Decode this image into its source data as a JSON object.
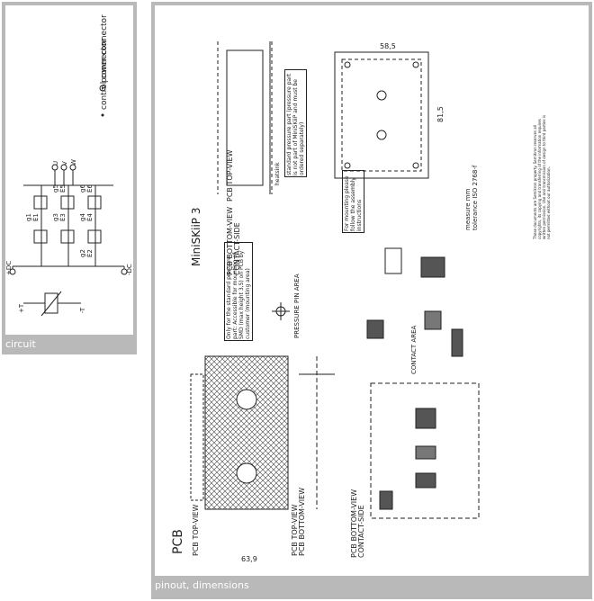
{
  "circuit": {
    "caption": "circuit",
    "legend_power": "power connector",
    "legend_control": "control connector",
    "pins": [
      "+DC",
      "-DC",
      "U",
      "V",
      "W",
      "+T",
      "-T",
      "g1",
      "E1",
      "g2",
      "E2",
      "g3",
      "E3",
      "g4",
      "E4",
      "g5",
      "E5",
      "g6",
      "E6"
    ]
  },
  "pinout": {
    "caption": "pinout, dimensions",
    "title": "MiniSKiiP 3",
    "pcb_label": "PCB",
    "pcb_top_view": "PCB TOP-VIEW",
    "pcb_bottom_view": "PCB BOTTOM-VIEW",
    "contact_side": "CONTACT-SIDE",
    "note_pressure": "standard pressure part (pressure part is not part of MiniSKiiP and must be ordered separately)",
    "note_only_for": "Only for the standard pressure part: Accessible for mounting of SMD (max height 3,5) on PCB by customer (mounting area)",
    "note_mounting": "For mounting please follow the assembly instructions",
    "measure_note": "measure mm",
    "tolerance_note": "tolerance ISO 2768-f",
    "pressure_pin_area": "PRESSURE PIN AREA",
    "contact_area": "CONTACT AREA",
    "dim_width": "58,5",
    "dim_height": "81,5",
    "dim_bottom": "63,9",
    "heatsink": "heatsink",
    "copyright": "These documents are Semikron property. Semikron reserves all copyrights, its copying and transferring of the information requires written permission. Use and transmission of design to third parties is not permitted without our authorization."
  }
}
